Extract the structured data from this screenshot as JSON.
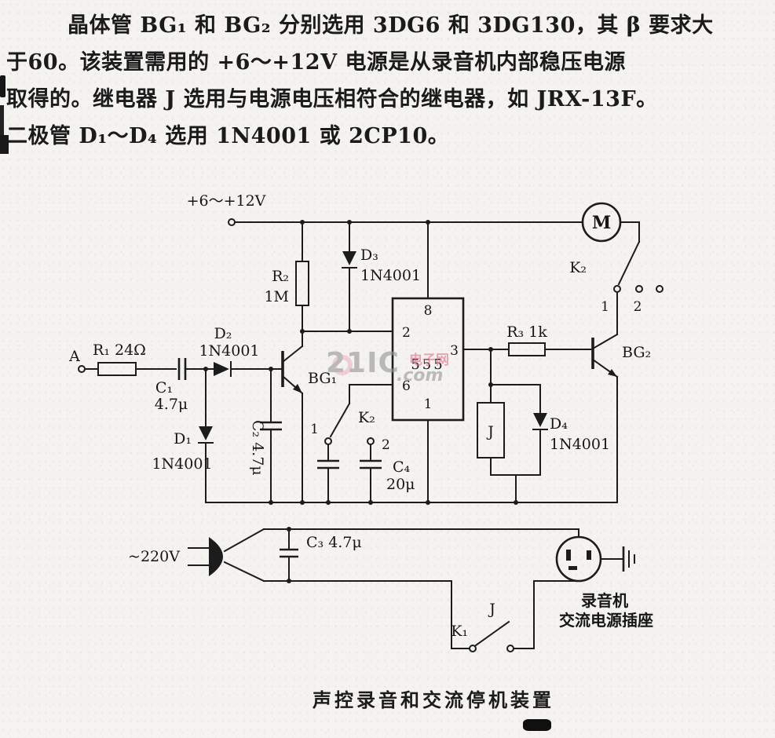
{
  "paragraph": {
    "lines": [
      "晶体管 BG₁ 和 BG₂ 分别选用 3DG6 和 3DG130，其 β 要求大",
      "于60。该装置需用的 +6～+12V 电源是从录音机内部稳压电源",
      "取得的。继电器 J 选用与电源电压相符合的继电器，如 JRX-13F。",
      "二极管 D₁～D₄ 选用 1N4001 或 2CP10。"
    ]
  },
  "schematic": {
    "power": {
      "label": "+6～+12V"
    },
    "motor": {
      "label": "M"
    },
    "k2_top": {
      "label": "K₂",
      "c1": "1",
      "c2": "2"
    },
    "r2": {
      "name": "R₂",
      "value": "1M"
    },
    "d3": {
      "name": "D₃",
      "value": "1N4001"
    },
    "ic555": {
      "label": "555",
      "pin8": "8",
      "pin2": "2",
      "pin6": "6",
      "pin3": "3",
      "pin1": "1"
    },
    "r3": {
      "label": "R₃ 1k"
    },
    "bg2": {
      "label": "BG₂"
    },
    "input_a": {
      "label": "A"
    },
    "r1": {
      "label": "R₁ 24Ω"
    },
    "c1": {
      "name": "C₁",
      "value": "4.7μ"
    },
    "d2": {
      "name": "D₂",
      "value": "1N4001"
    },
    "bg1": {
      "label": "BG₁"
    },
    "d1": {
      "name": "D₁",
      "value": "1N4001"
    },
    "c2": {
      "label": "C₂ 4.7μ"
    },
    "k2_mid": {
      "label": "K₂",
      "c1": "1",
      "c2": "2"
    },
    "c4": {
      "name": "C₄",
      "value": "20μ"
    },
    "relay": {
      "label": "J"
    },
    "d4": {
      "name": "D₄",
      "value": "1N4001"
    },
    "ac": {
      "label": "~220V"
    },
    "c3": {
      "label": "C₃ 4.7μ"
    },
    "k1": {
      "label": "K₁",
      "relay": "J"
    },
    "socket": {
      "line1": "录音机",
      "line2": "交流电源插座"
    }
  },
  "caption": "声控录音和交流停机装置",
  "watermark": {
    "big": "21IC",
    "cn": "电子网",
    "com": ".com"
  }
}
